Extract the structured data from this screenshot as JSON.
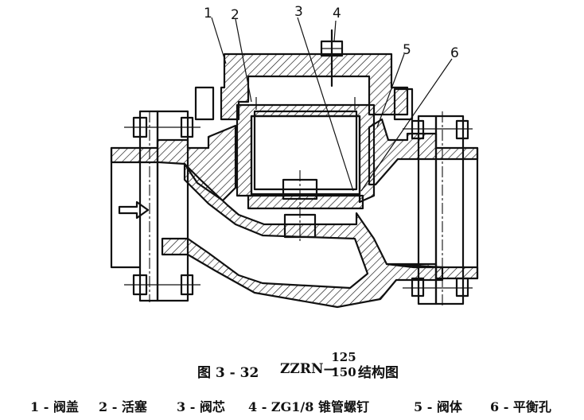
{
  "figure": {
    "callouts": [
      "1",
      "2",
      "3",
      "4",
      "5",
      "6"
    ],
    "caption": {
      "figure_number": "图 3 - 32",
      "model_prefix": "ZZRN—",
      "fraction_top": "125",
      "fraction_bottom": "150",
      "title_suffix": "结构图"
    },
    "legend": [
      "1 - 阀盖",
      "2 - 活塞",
      "3 - 阀芯",
      "4 - ZG1/8 锥管螺钉",
      "5 - 阀体",
      "6 - 平衡孔"
    ]
  }
}
